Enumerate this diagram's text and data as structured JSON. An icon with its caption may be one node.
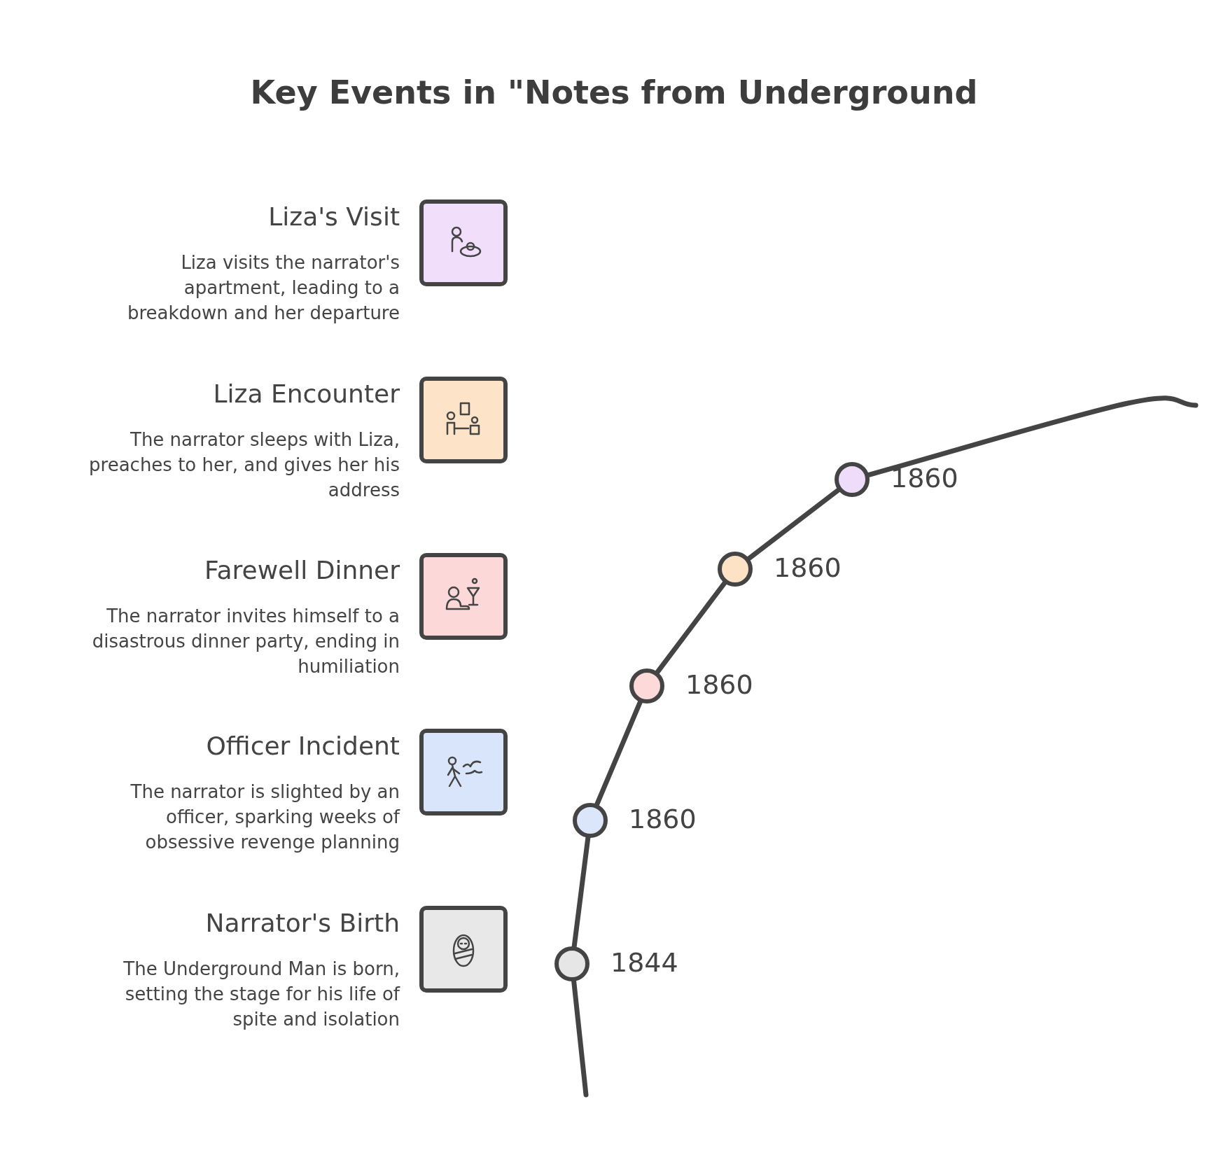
{
  "diagram": {
    "title": "Key Events in \"Notes from Underground",
    "nodes": [
      {
        "text": [
          "Liza's Visit",
          "Liza visits the narrator's apartment, leading to a breakdown and her departure"
        ]
      },
      {
        "text": [
          "Liza Encounter",
          "The narrator sleeps with Liza, preaches to her, and gives her his address"
        ]
      },
      {
        "text": [
          "Farewell Dinner",
          "The narrator invites himself to a disastrous dinner party, ending in humiliation"
        ]
      },
      {
        "text": [
          "Officer Incident",
          "The narrator is slighted by an officer, sparking weeks of obsessive revenge planning"
        ]
      },
      {
        "text": [
          "Narrator's Birth",
          "The Underground Man is born, setting the stage for his life of spite and isolation"
        ]
      },
      {
        "text": [],
        "shape": "circle",
        "beside": [
          "1860"
        ]
      },
      {
        "text": [],
        "shape": "circle",
        "beside": [
          "1860"
        ]
      },
      {
        "text": [],
        "shape": "circle",
        "beside": [
          "1860"
        ]
      },
      {
        "text": [],
        "shape": "circle",
        "beside": [
          "1860"
        ]
      },
      {
        "text": [],
        "shape": "circle",
        "beside": [
          "1844"
        ]
      }
    ],
    "edges": [
      {
        "from": null,
        "to": 9,
        "arrow": "none"
      },
      {
        "from": 9,
        "to": 8,
        "arrow": "none"
      },
      {
        "from": 8,
        "to": 7,
        "arrow": "none"
      },
      {
        "from": 7,
        "to": 6,
        "arrow": "none"
      },
      {
        "from": 6,
        "to": 5,
        "arrow": "none"
      },
      {
        "from": 5,
        "to": null,
        "arrow": "none"
      }
    ]
  }
}
